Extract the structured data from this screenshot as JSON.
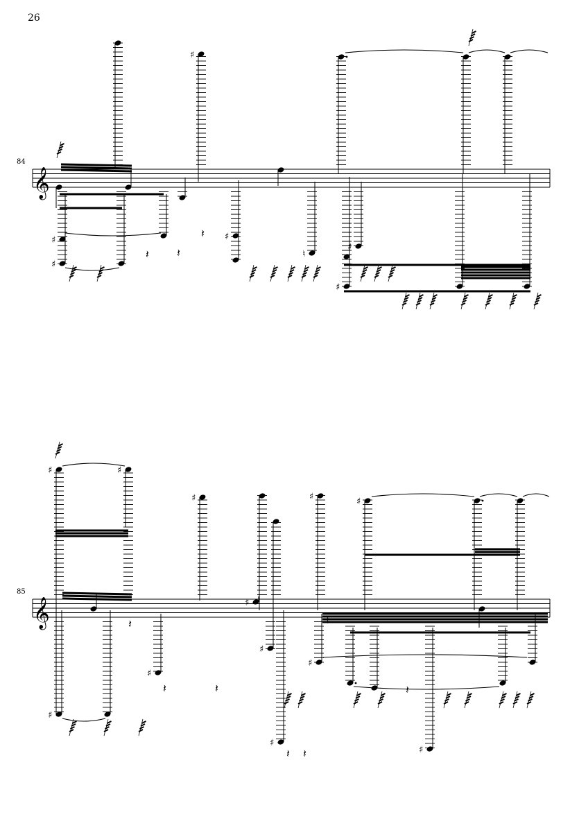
{
  "page_number": "26",
  "systems": [
    {
      "measure_number": "84",
      "clef": "treble"
    },
    {
      "measure_number": "85",
      "clef": "treble"
    }
  ],
  "accidental_symbols": {
    "sharp": "♯",
    "natural": "♮"
  },
  "clef_symbol": "𝄞",
  "rest_symbol": "𝄽"
}
